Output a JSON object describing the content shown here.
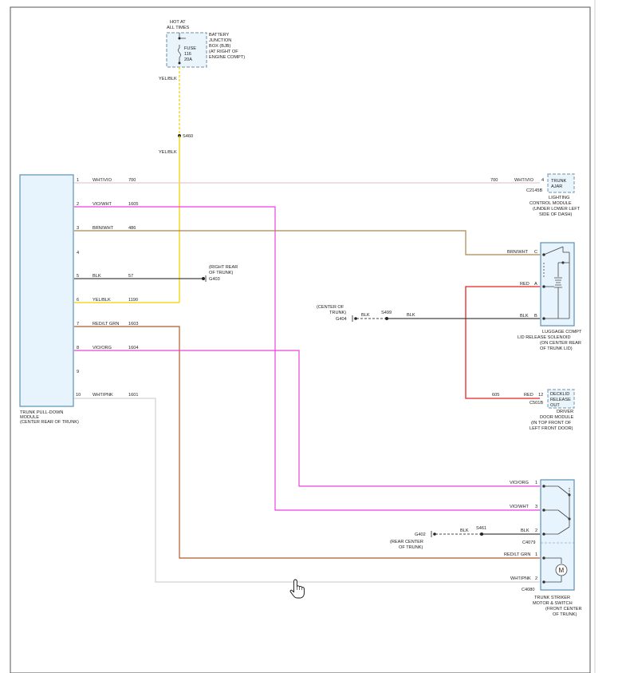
{
  "colors": {
    "wht_vio": "#e3c9d4",
    "vio_wht": "#ee3fe6",
    "brn_wht": "#a88652",
    "blk": "#444444",
    "yel_blk": "#f0d400",
    "red_ltgrn": "#b45a2a",
    "vio_org": "#e843dc",
    "wht_pnk": "#d6cfd0",
    "red": "#e52222",
    "module_fill": "#e8f4fd",
    "module_border": "#5c8fb3",
    "dashed_box": "#8aa4b9"
  },
  "battery": {
    "hot_label": [
      "HOT AT",
      "ALL TIMES"
    ],
    "fuse_label": [
      "FUSE",
      "116",
      "20A"
    ],
    "bjb_label": [
      "BATTERY",
      "JUNCTION",
      "BOX (BJB)",
      "(AT RIGHT OF",
      "ENGINE COMPT)"
    ],
    "wire_top": "YEL/BLK",
    "splice": "S460",
    "wire_bottom": "YEL/BLK"
  },
  "trunk_module": {
    "label": [
      "TRUNK PULL-DOWN",
      "MODULE",
      "(CENTER REAR OF TRUNK)"
    ],
    "pins": [
      {
        "pin": "1",
        "color": "WHT/VIO",
        "circuit": "700"
      },
      {
        "pin": "2",
        "color": "VIO/WHT",
        "circuit": "1605"
      },
      {
        "pin": "3",
        "color": "BRN/WHT",
        "circuit": "486"
      },
      {
        "pin": "4",
        "color": "",
        "circuit": ""
      },
      {
        "pin": "5",
        "color": "BLK",
        "circuit": "57"
      },
      {
        "pin": "6",
        "color": "YEL/BLK",
        "circuit": "1190"
      },
      {
        "pin": "7",
        "color": "RED/LT GRN",
        "circuit": "1603"
      },
      {
        "pin": "8",
        "color": "VIO/ORG",
        "circuit": "1604"
      },
      {
        "pin": "9",
        "color": "",
        "circuit": ""
      },
      {
        "pin": "10",
        "color": "WHT/PNK",
        "circuit": "1601"
      }
    ]
  },
  "ground_g403": {
    "location": [
      "(RIGHT REAR",
      "OF TRUNK)"
    ],
    "id": "G403"
  },
  "lighting": {
    "circuit": "700",
    "wire": "WHT/VIO",
    "pin": "4",
    "connector": "C2145B",
    "box_text": [
      "TRUNK",
      "AJAR"
    ],
    "label": [
      "LIGHTING",
      "CONTROL MODULE",
      "(UNDER LOWER LEFT",
      "SIDE OF DASH)"
    ]
  },
  "luggage": {
    "pin_c_wire": "BRN/WHT",
    "pin_c": "C",
    "pin_a_wire": "RED",
    "pin_a": "A",
    "pin_b_wire": "BLK",
    "pin_b": "B",
    "label": [
      "LUGGAGE COMPT",
      "LID RELEASE SOLENOID",
      "(ON CENTER REAR",
      "OF TRUNK LID)"
    ]
  },
  "g404": {
    "location": [
      "(CENTER OF",
      "TRUNK)"
    ],
    "id": "G404",
    "wire1": "BLK",
    "splice": "S499",
    "wire2": "BLK"
  },
  "driver_door": {
    "circuit": "605",
    "wire": "RED",
    "pin": "12",
    "connector": "C501B",
    "box_text": [
      "DECKLID",
      "RELEASE",
      "OUT"
    ],
    "label": [
      "DRIVER",
      "DOOR MODULE",
      "(IN TOP FRONT OF",
      "LEFT FRONT DOOR)"
    ]
  },
  "striker": {
    "pin1_wire": "VIO/ORG",
    "pin1": "1",
    "pin3_wire": "VIO/WHT",
    "pin3": "3",
    "pin2_wire": "BLK",
    "pin2": "2",
    "connector1": "C4079",
    "pin4_wire": "RED/LT GRN",
    "pin4": "1",
    "pin5_wire": "WHT/PNK",
    "pin5": "2",
    "connector2": "C4080",
    "motor_symbol": "M",
    "label": [
      "TRUNK STRIKER",
      "MOTOR & SWITCH",
      "(FRONT CENTER",
      "OF TRUNK)"
    ]
  },
  "g402": {
    "id": "G402",
    "location": [
      "(REAR CENTER",
      "OF TRUNK)"
    ],
    "wire": "BLK",
    "splice": "S461"
  },
  "cursor": "hand-pointer"
}
